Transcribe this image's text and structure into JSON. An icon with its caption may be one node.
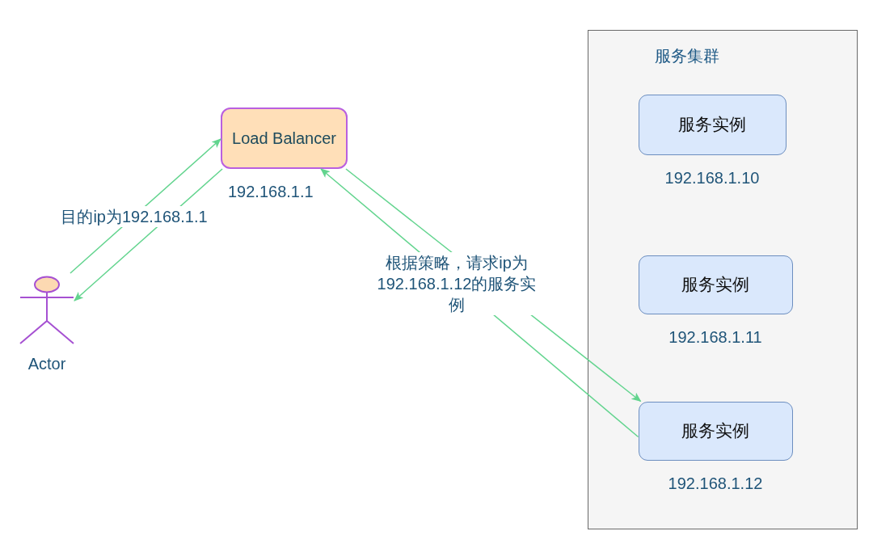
{
  "diagram": {
    "nodes": [
      {
        "text": [
          "Actor"
        ]
      },
      {
        "text": [
          "Load Balancer"
        ],
        "beside": [
          "192.168.1.1"
        ]
      },
      {
        "text": [
          "服务集群"
        ]
      },
      {
        "text": [
          "服务实例"
        ],
        "in": 2,
        "beside": [
          "192.168.1.10"
        ]
      },
      {
        "text": [
          "服务实例"
        ],
        "in": 2,
        "beside": [
          "192.168.1.11"
        ]
      },
      {
        "text": [
          "服务实例"
        ],
        "in": 2,
        "beside": [
          "192.168.1.12"
        ]
      }
    ],
    "edges": [
      {
        "from": 0,
        "to": 1,
        "arrow": "to",
        "label": "目的ip为192.168.1.1"
      },
      {
        "from": 1,
        "to": 0,
        "arrow": "to"
      },
      {
        "from": 1,
        "to": 5,
        "arrow": "to",
        "label": "根据策略，请求ip为192.168.1.12的服务实例"
      },
      {
        "from": 5,
        "to": 1,
        "arrow": "to"
      }
    ]
  }
}
